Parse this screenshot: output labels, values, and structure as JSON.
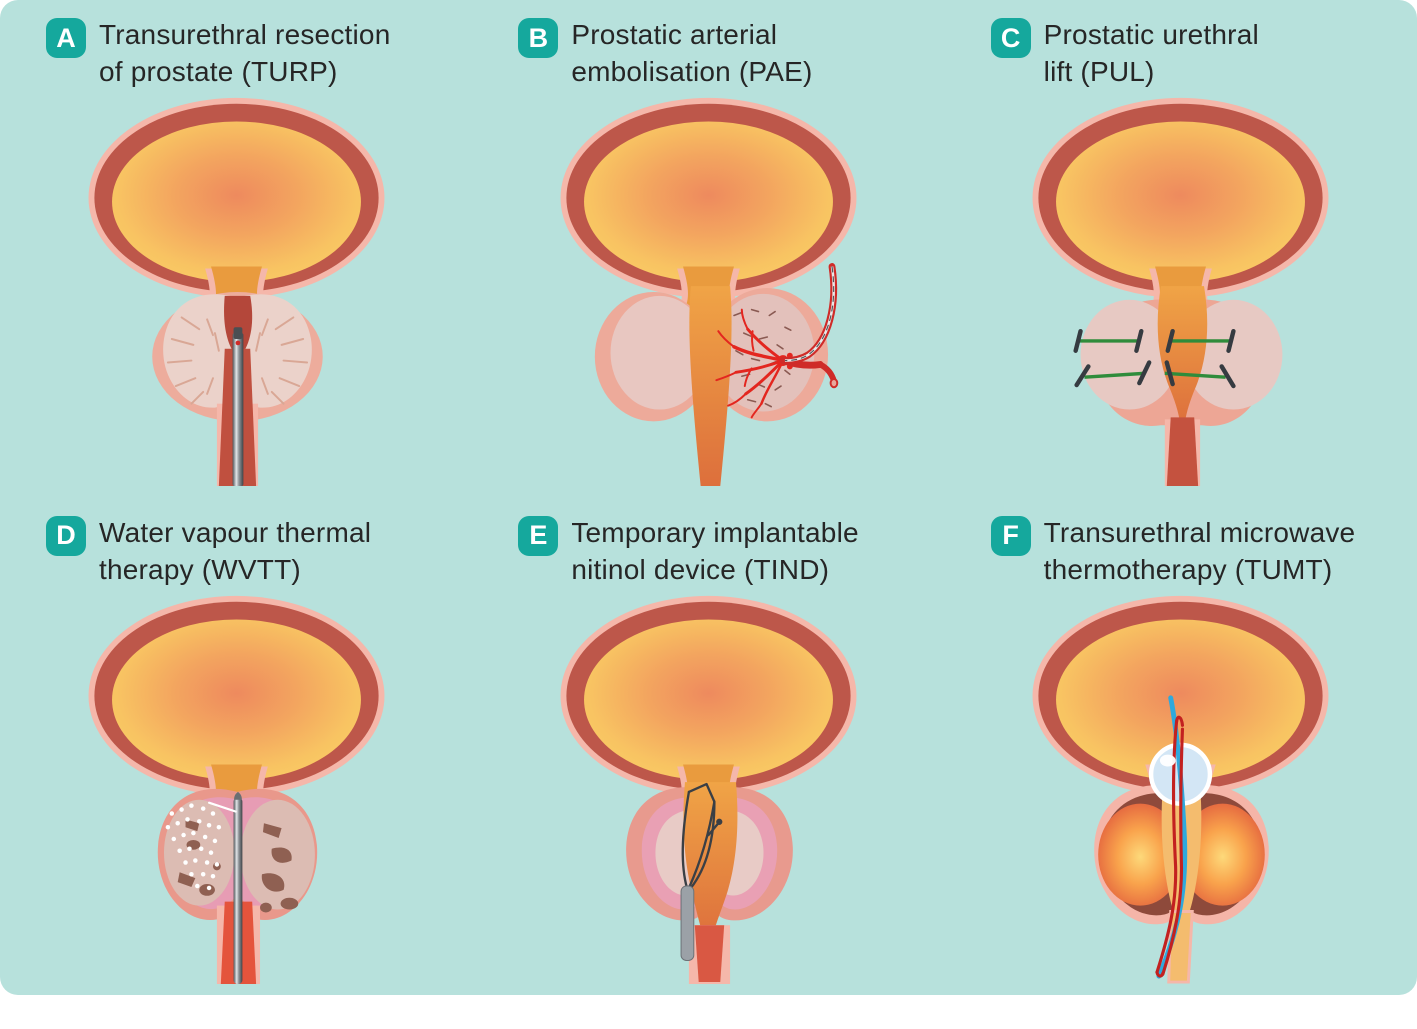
{
  "figure": {
    "description": "Minimally invasive prostate procedures, six labelled anatomical panels",
    "panels": [
      {
        "letter": "A",
        "title": "Transurethral resection of prostate (TURP)",
        "title_line1": "Transurethral resection",
        "title_line2": "of prostate (TURP)",
        "abbreviation": "TURP"
      },
      {
        "letter": "B",
        "title": "Prostatic arterial embolisation (PAE)",
        "title_line1": "Prostatic arterial",
        "title_line2": "embolisation (PAE)",
        "abbreviation": "PAE"
      },
      {
        "letter": "C",
        "title": "Prostatic urethral lift (PUL)",
        "title_line1": "Prostatic urethral",
        "title_line2": "lift (PUL)",
        "abbreviation": "PUL"
      },
      {
        "letter": "D",
        "title": "Water vapour thermal therapy (WVTT)",
        "title_line1": "Water vapour thermal",
        "title_line2": "therapy (WVTT)",
        "abbreviation": "WVTT"
      },
      {
        "letter": "E",
        "title": "Temporary implantable nitinol device (TIND)",
        "title_line1": "Temporary implantable",
        "title_line2": "nitinol device (TIND)",
        "abbreviation": "TIND"
      },
      {
        "letter": "F",
        "title": "Transurethral microwave thermotherapy (TUMT)",
        "title_line1": "Transurethral microwave",
        "title_line2": "thermotherapy (TUMT)",
        "abbreviation": "TUMT"
      }
    ]
  },
  "palette": {
    "panel_bg": "#b7e1dc",
    "badge_bg": "#15a89d",
    "badge_fg": "#ffffff",
    "title_color": "#262626",
    "page_bg": "#ffffff",
    "bladder_wall": "#bd574a",
    "bladder_halo": "#f5b7aa",
    "bladder_fill_center": "#ee8a5e",
    "bladder_fill_edge": "#fbcc66",
    "urethra_orange": "#e99b3e",
    "prostate_pink": "#ebd2ca",
    "prostate_shadow": "#edac9c",
    "prostate_ring_pink": "#e79cb4",
    "artery_red": "#e3261f",
    "catheter_red": "#cf2b28",
    "implant_green": "#2f8c3b",
    "implant_tab_gray": "#363b41",
    "ablated_brown": "#8f6052",
    "steam_white": "#ffffff",
    "device_wire_gray": "#3a3f45",
    "metal_gray": "#9ba1a7",
    "microwave_catheter_blue": "#2fa9dd",
    "antenna_red": "#c32120",
    "balloon_blue": "#d3e6f5",
    "heat_glow_center": "#fdd97a",
    "heat_glow_edge": "#e05a3c",
    "prostate_dark_ring": "#8e4a3b"
  }
}
